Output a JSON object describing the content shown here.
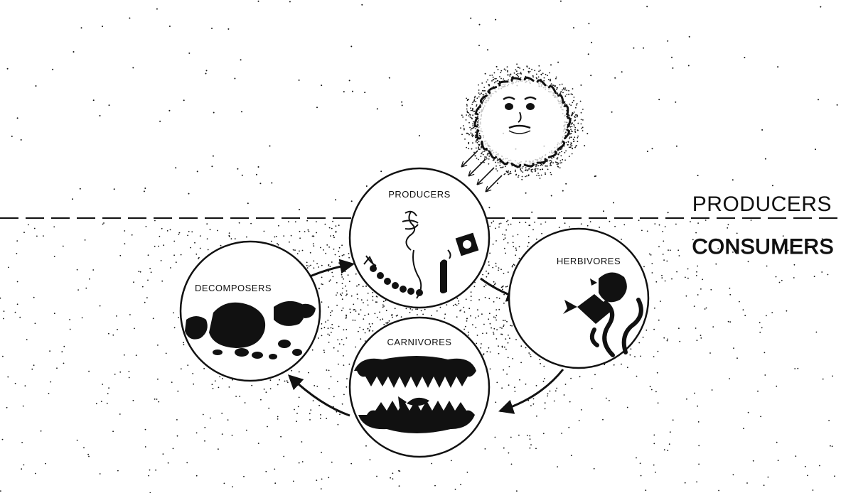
{
  "zones": {
    "upper": "PRODUCERS",
    "lower": "CONSUMERS"
  },
  "nodes": {
    "producers": "PRODUCERS",
    "herbivores": "HERBIVORES",
    "carnivores": "CARNIVORES",
    "decomposers": "DECOMPOSERS"
  },
  "colors": {
    "ink": "#111111",
    "paper": "#ffffff"
  },
  "icons": {
    "sun": "sun-icon",
    "plankton": "plankton-icon",
    "fish": "fish-icon",
    "jaws": "jaws-icon",
    "detritus": "detritus-icon"
  }
}
